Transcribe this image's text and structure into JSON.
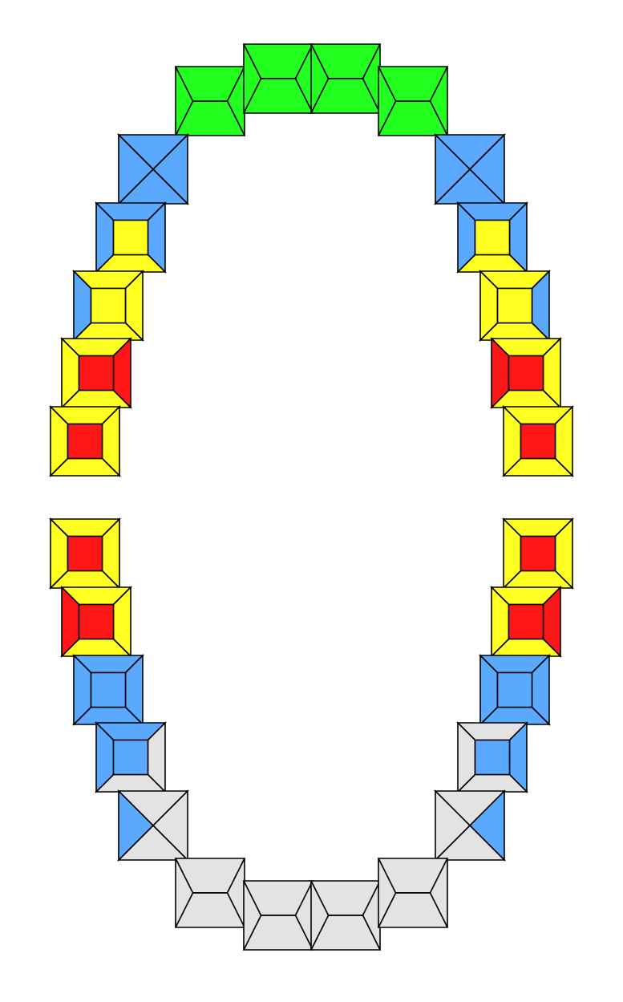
{
  "colors": {
    "green": "#22ff1e",
    "blue": "#5aa9ff",
    "yellow": "#ffff22",
    "red": "#ff1616",
    "gray": "#e3e3e3"
  },
  "teeth": [
    {
      "id": "u-1",
      "arch": "upper",
      "type": "molar-wide",
      "surfaces": {
        "top": "green",
        "left": "green",
        "right": "green",
        "bottom": "green",
        "center": "green"
      }
    },
    {
      "id": "u-2",
      "arch": "upper",
      "type": "molar-wide",
      "surfaces": {
        "top": "green",
        "left": "green",
        "right": "green",
        "bottom": "green",
        "center": "green"
      }
    },
    {
      "id": "u-3",
      "arch": "upper",
      "type": "molar-wide",
      "surfaces": {
        "top": "green",
        "left": "green",
        "right": "green",
        "bottom": "green",
        "center": "green"
      }
    },
    {
      "id": "u-4",
      "arch": "upper",
      "type": "molar-wide",
      "surfaces": {
        "top": "green",
        "left": "green",
        "right": "green",
        "bottom": "green",
        "center": "green"
      }
    },
    {
      "id": "u-5",
      "arch": "upper",
      "type": "cross",
      "surfaces": {
        "top": "blue",
        "left": "blue",
        "right": "blue",
        "bottom": "blue"
      }
    },
    {
      "id": "u-6",
      "arch": "upper",
      "type": "cross",
      "surfaces": {
        "top": "blue",
        "left": "blue",
        "right": "blue",
        "bottom": "blue"
      }
    },
    {
      "id": "u-7",
      "arch": "upper",
      "type": "square",
      "surfaces": {
        "top": "blue",
        "left": "blue",
        "right": "blue",
        "bottom": "yellow",
        "center": "yellow"
      }
    },
    {
      "id": "u-8",
      "arch": "upper",
      "type": "square",
      "surfaces": {
        "top": "blue",
        "left": "blue",
        "right": "blue",
        "bottom": "yellow",
        "center": "yellow"
      }
    },
    {
      "id": "u-9",
      "arch": "upper",
      "type": "square",
      "surfaces": {
        "top": "yellow",
        "left": "blue",
        "right": "yellow",
        "bottom": "yellow",
        "center": "yellow"
      }
    },
    {
      "id": "u-10",
      "arch": "upper",
      "type": "square",
      "surfaces": {
        "top": "yellow",
        "left": "yellow",
        "right": "blue",
        "bottom": "yellow",
        "center": "yellow"
      }
    },
    {
      "id": "u-11",
      "arch": "upper",
      "type": "square",
      "surfaces": {
        "top": "yellow",
        "left": "yellow",
        "right": "red",
        "bottom": "yellow",
        "center": "red"
      }
    },
    {
      "id": "u-12",
      "arch": "upper",
      "type": "square",
      "surfaces": {
        "top": "yellow",
        "left": "red",
        "right": "yellow",
        "bottom": "yellow",
        "center": "red"
      }
    },
    {
      "id": "u-13",
      "arch": "upper",
      "type": "square",
      "surfaces": {
        "top": "yellow",
        "left": "yellow",
        "right": "yellow",
        "bottom": "yellow",
        "center": "red"
      }
    },
    {
      "id": "u-14",
      "arch": "upper",
      "type": "square",
      "surfaces": {
        "top": "yellow",
        "left": "yellow",
        "right": "yellow",
        "bottom": "yellow",
        "center": "red"
      }
    },
    {
      "id": "l-1",
      "arch": "lower",
      "type": "square",
      "surfaces": {
        "top": "yellow",
        "left": "yellow",
        "right": "yellow",
        "bottom": "yellow",
        "center": "red"
      }
    },
    {
      "id": "l-2",
      "arch": "lower",
      "type": "square",
      "surfaces": {
        "top": "yellow",
        "left": "yellow",
        "right": "yellow",
        "bottom": "yellow",
        "center": "red"
      }
    },
    {
      "id": "l-3",
      "arch": "lower",
      "type": "square",
      "surfaces": {
        "top": "yellow",
        "left": "red",
        "right": "yellow",
        "bottom": "yellow",
        "center": "red"
      }
    },
    {
      "id": "l-4",
      "arch": "lower",
      "type": "square",
      "surfaces": {
        "top": "yellow",
        "left": "yellow",
        "right": "red",
        "bottom": "yellow",
        "center": "red"
      }
    },
    {
      "id": "l-5",
      "arch": "lower",
      "type": "square",
      "surfaces": {
        "top": "blue",
        "left": "blue",
        "right": "blue",
        "bottom": "blue",
        "center": "blue"
      }
    },
    {
      "id": "l-6",
      "arch": "lower",
      "type": "square",
      "surfaces": {
        "top": "blue",
        "left": "blue",
        "right": "blue",
        "bottom": "blue",
        "center": "blue"
      }
    },
    {
      "id": "l-7",
      "arch": "lower",
      "type": "square",
      "surfaces": {
        "top": "blue",
        "left": "blue",
        "right": "gray",
        "bottom": "gray",
        "center": "blue"
      }
    },
    {
      "id": "l-8",
      "arch": "lower",
      "type": "square",
      "surfaces": {
        "top": "gray",
        "left": "gray",
        "right": "blue",
        "bottom": "gray",
        "center": "blue"
      }
    },
    {
      "id": "l-9",
      "arch": "lower",
      "type": "cross",
      "surfaces": {
        "top": "gray",
        "left": "blue",
        "right": "gray",
        "bottom": "gray"
      }
    },
    {
      "id": "l-10",
      "arch": "lower",
      "type": "cross",
      "surfaces": {
        "top": "gray",
        "left": "gray",
        "right": "blue",
        "bottom": "gray"
      }
    },
    {
      "id": "l-11",
      "arch": "lower",
      "type": "molar-wide",
      "surfaces": {
        "top": "gray",
        "left": "gray",
        "right": "gray",
        "bottom": "gray",
        "center": "gray"
      }
    },
    {
      "id": "l-12",
      "arch": "lower",
      "type": "molar-wide",
      "surfaces": {
        "top": "gray",
        "left": "gray",
        "right": "gray",
        "bottom": "gray",
        "center": "gray"
      }
    },
    {
      "id": "l-13",
      "arch": "lower",
      "type": "molar-wide",
      "surfaces": {
        "top": "gray",
        "left": "gray",
        "right": "gray",
        "bottom": "gray",
        "center": "gray"
      }
    },
    {
      "id": "l-14",
      "arch": "lower",
      "type": "molar-wide",
      "surfaces": {
        "top": "gray",
        "left": "gray",
        "right": "gray",
        "bottom": "gray",
        "center": "gray"
      }
    }
  ]
}
